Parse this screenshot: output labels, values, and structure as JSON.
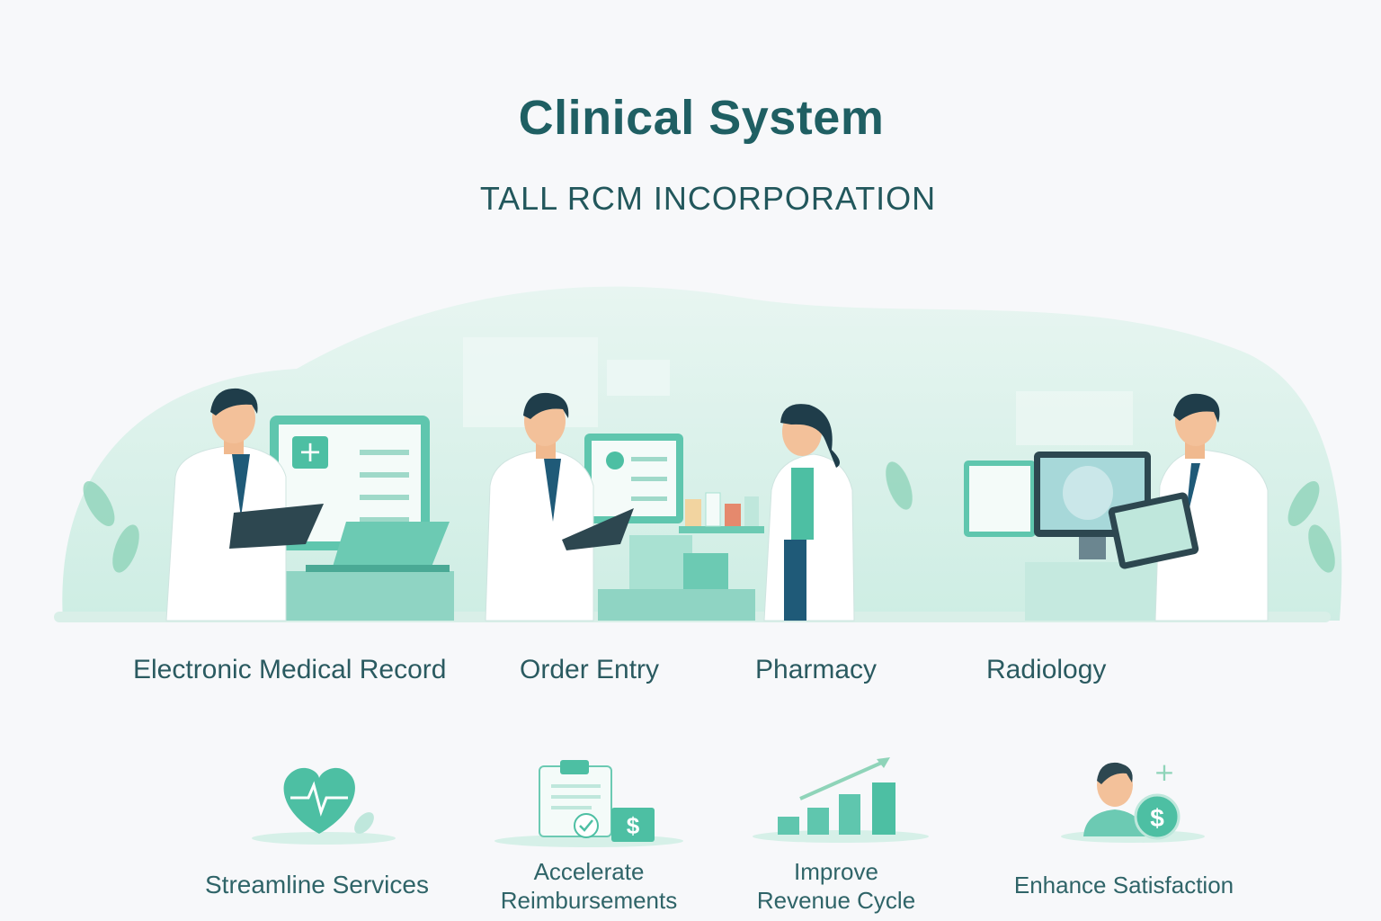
{
  "header": {
    "title": "Clinical System",
    "subtitle": "TALL RCM INCORPORATION"
  },
  "modules": [
    {
      "label": "Electronic Medical Record"
    },
    {
      "label": "Order Entry"
    },
    {
      "label": "Pharmacy"
    },
    {
      "label": "Radiology"
    }
  ],
  "benefits": [
    {
      "line1": "Streamline Services",
      "icon": "heart-pulse-icon"
    },
    {
      "line1": "Accelerate",
      "line2": "Reimbursements",
      "icon": "clipboard-money-icon"
    },
    {
      "line1": "Improve",
      "line2": "Revenue Cycle",
      "icon": "growth-chart-icon"
    },
    {
      "line1": "Enhance Satisfaction",
      "icon": "happy-patient-icon"
    }
  ],
  "colors": {
    "primary_text": "#1f5f63",
    "accent_teal": "#4dbfa3",
    "light_mint": "#d6f0e8"
  }
}
